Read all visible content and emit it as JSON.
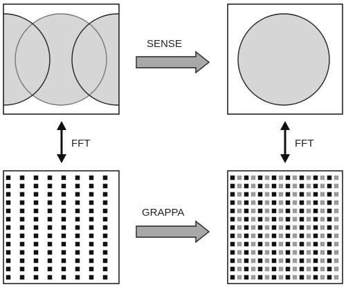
{
  "diagram": {
    "labels": {
      "sense": "SENSE",
      "grappa": "GRAPPA",
      "fft_left": "FFT",
      "fft_right": "FFT"
    },
    "colors": {
      "stroke": "#222222",
      "circle_fill": "#d6d6d6",
      "arrow_fill": "#a8a8a8",
      "acquired_dot": "#111111",
      "reconstructed_dot": "#9a9a9a"
    },
    "panels": {
      "aliased_image": "three overlapping circles (aliased, undersampled image)",
      "reconstructed_image": "single circle (SENSE reconstruction)",
      "undersampled_kspace": "every other k-space line acquired",
      "filled_kspace": "missing k-space lines synthesized by GRAPPA"
    },
    "kspace": {
      "rows": 13,
      "cols": 16,
      "undersampling_factor": 2
    }
  }
}
